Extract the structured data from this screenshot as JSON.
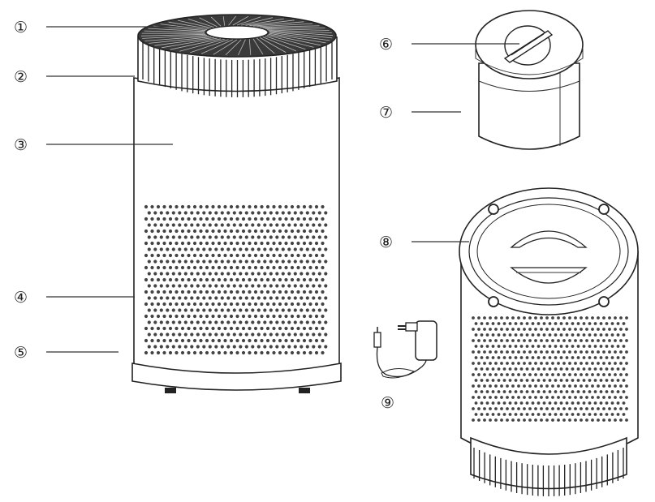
{
  "callouts": [
    {
      "id": "1",
      "label": "①"
    },
    {
      "id": "2",
      "label": "②"
    },
    {
      "id": "3",
      "label": "③"
    },
    {
      "id": "4",
      "label": "④"
    },
    {
      "id": "5",
      "label": "⑤"
    },
    {
      "id": "6",
      "label": "⑥"
    },
    {
      "id": "7",
      "label": "⑦"
    },
    {
      "id": "8",
      "label": "⑧"
    },
    {
      "id": "9",
      "label": "⑨"
    }
  ],
  "parts": [
    {
      "id": "air-outlet-grille",
      "icon": "fan-grille-icon"
    },
    {
      "id": "top-ring",
      "icon": "ribbed-ring-icon"
    },
    {
      "id": "main-body",
      "icon": "cylinder-body-icon"
    },
    {
      "id": "air-inlet-perforation",
      "icon": "perforated-grid-icon"
    },
    {
      "id": "base",
      "icon": "base-icon"
    },
    {
      "id": "filter-handle",
      "icon": "handle-icon"
    },
    {
      "id": "filter-cartridge",
      "icon": "filter-icon"
    },
    {
      "id": "body-opening",
      "icon": "open-top-icon"
    },
    {
      "id": "power-adapter",
      "icon": "plug-adapter-icon"
    }
  ]
}
